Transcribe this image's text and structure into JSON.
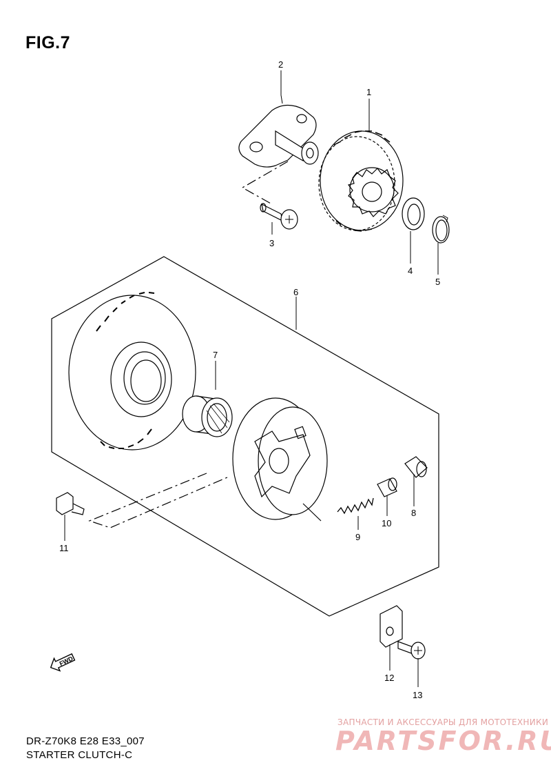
{
  "figure": {
    "title": "FIG.7",
    "model_code": "DR-Z70K8 E28 E33_007",
    "caption": "STARTER CLUTCH-C"
  },
  "parts": [
    {
      "ref": "1"
    },
    {
      "ref": "2"
    },
    {
      "ref": "3"
    },
    {
      "ref": "4"
    },
    {
      "ref": "5"
    },
    {
      "ref": "6"
    },
    {
      "ref": "7"
    },
    {
      "ref": "8"
    },
    {
      "ref": "9"
    },
    {
      "ref": "10"
    },
    {
      "ref": "11"
    },
    {
      "ref": "12"
    },
    {
      "ref": "13"
    }
  ],
  "direction_marker": {
    "label": "FWD",
    "icon": "forward-arrow-icon"
  },
  "watermark": {
    "subtitle": "ЗАПЧАСТИ И АКСЕССУАРЫ ДЛЯ МОТОТЕХНИКИ",
    "brand": "PARTSFOR.RU",
    "color": "#f0b7b7"
  }
}
